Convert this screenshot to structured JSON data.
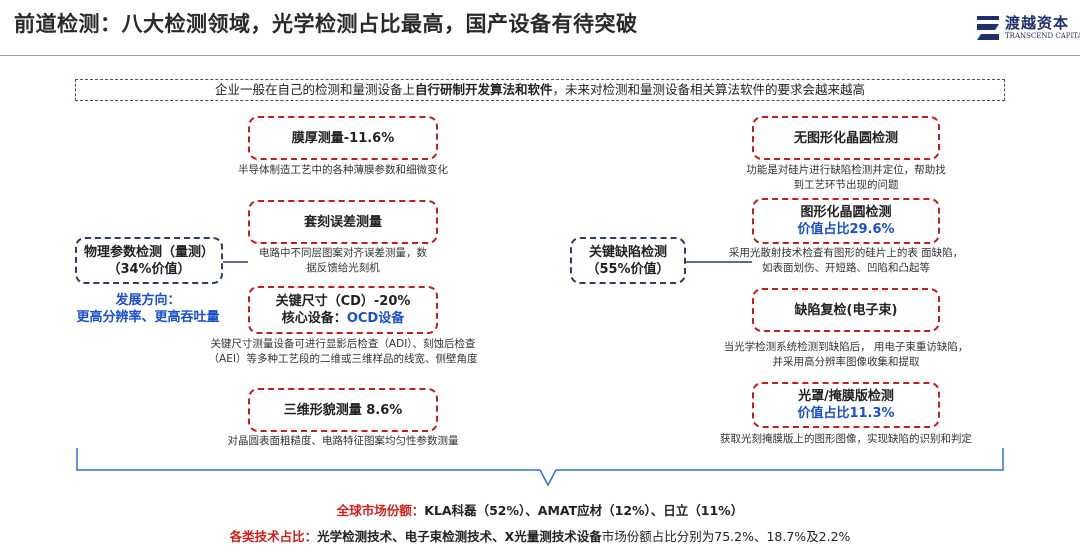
{
  "header": {
    "title": "前道检测：八大检测领域，光学检测占比最高，国产设备有待突破",
    "logo_name": "渡越资本",
    "logo_sub": "TRANSCEND CAPITAL"
  },
  "banner": {
    "pre": "企业一般在自己的检测和量测设备上",
    "bold": "自行研制开发算法和软件",
    "post": "，未来对检测和量测设备相关算法软件的要求会越来越高"
  },
  "left_group": {
    "line1": "物理参数检测（量测）",
    "line2": "（34%价值）",
    "dev_line1": "发展方向：",
    "dev_line2": "更高分辨率、更高吞吐量"
  },
  "right_group": {
    "line1": "关键缺陷检测",
    "line2": "（55%价值）"
  },
  "left_items": [
    {
      "title": "膜厚测量-11.6%",
      "desc1": "半导体制造工艺中的各种薄膜参数和细微变化",
      "desc2": ""
    },
    {
      "title": "套刻误差测量",
      "desc1": "电路中不同层图案对齐误差测量，数",
      "desc2": "据反馈给光刻机"
    },
    {
      "title": "关键尺寸（CD）-20%",
      "sub_label": "核心设备：",
      "sub_value": "OCD设备",
      "desc1": "关键尺寸测量设备可进行显影后检查（ADI）、刻蚀后检查",
      "desc2": "（AEI）等多种工艺段的二维或三维样品的线宽、侧壁角度"
    },
    {
      "title": "三维形貌测量 8.6%",
      "desc1": "对晶圆表面粗糙度、电路特征图案均匀性参数测量",
      "desc2": ""
    }
  ],
  "right_items": [
    {
      "title": "无图形化晶圆检测",
      "sub": "",
      "desc1": "功能是对硅片进行缺陷检测并定位，帮助找",
      "desc2": "到工艺环节出现的问题"
    },
    {
      "title": "图形化晶圆检测",
      "sub": "价值占比29.6%",
      "desc1": "采用光散射技术检查有图形的硅片上的表 面缺陷，",
      "desc2": "如表面划伤、开短路、凹陷和凸起等"
    },
    {
      "title": "缺陷复检(电子束)",
      "sub": "",
      "desc1": "当光学检测系统检测到缺陷后， 用电子束重访缺陷，",
      "desc2": "并采用高分辨率图像收集和提取"
    },
    {
      "title": "光罩/掩膜版检测",
      "sub": "价值占比11.3%",
      "desc1": "获取光刻掩膜版上的图形图像，实现缺陷的识别和判定",
      "desc2": ""
    }
  ],
  "footer": {
    "share_label": "全球市场份额：",
    "share_text": "KLA科磊（52%）、AMAT应材（12%）、日立（11%）",
    "tech_label": "各类技术占比：",
    "tech_bold": "光学检测技术、电子束检测技术、X光量测技术设备",
    "tech_rest": "市场份额占比分别为75.2%、18.7%及2.2%"
  },
  "colors": {
    "accent_red": "#c0201c",
    "accent_blue": "#1a4fd0",
    "navy": "#1f2f6b"
  }
}
